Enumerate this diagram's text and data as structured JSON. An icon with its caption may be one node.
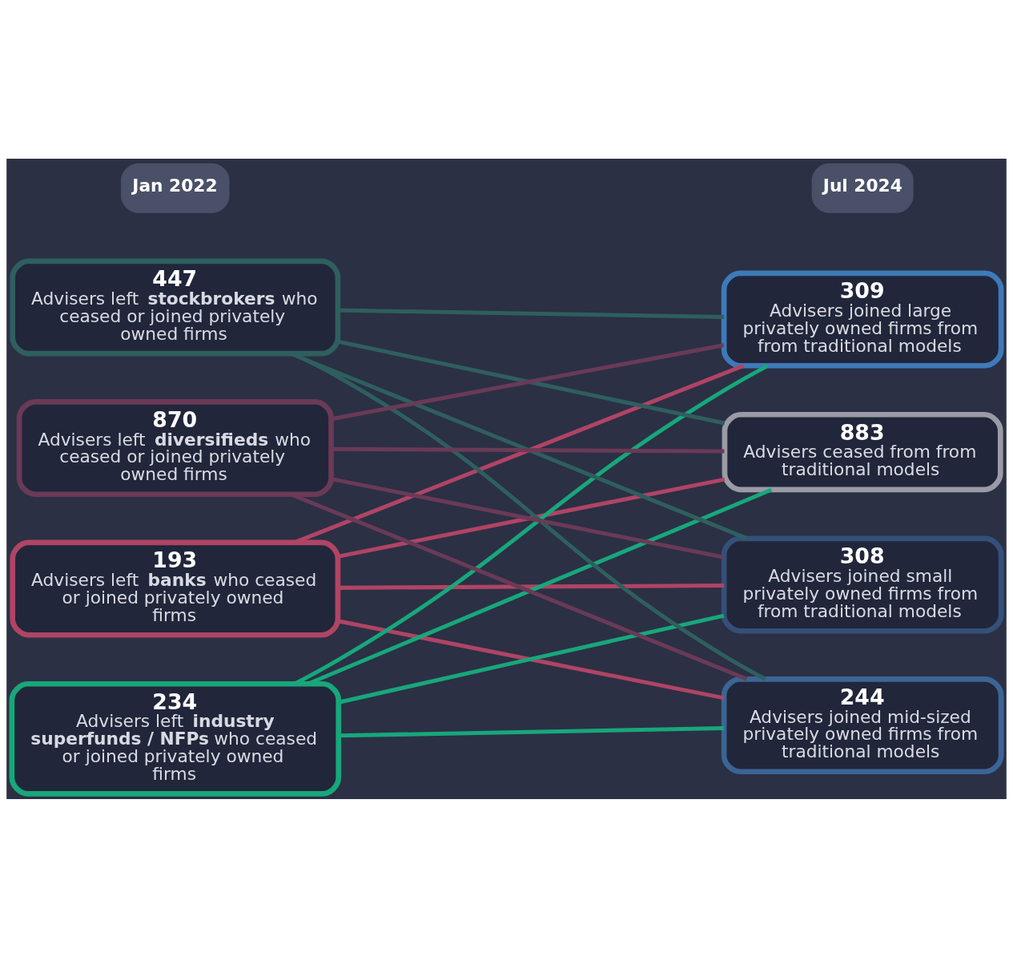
{
  "diagram": {
    "nodes": [
      {
        "text": [
          "193",
          "Advisers left **banks** who ceased or joined privately owned firms"
        ]
      },
      {
        "text": [
          "234",
          "Advisers left **industry superfunds / NFPs** who ceased or joined privately owned firms"
        ]
      },
      {
        "text": [
          "447",
          "Advisers left **stockbrokers** who ceased or joined privately owned firms"
        ]
      },
      {
        "text": [
          "870",
          "Advisers left **diversifieds** who ceased or joined privately owned firms"
        ]
      },
      {
        "text": [
          "308",
          "Advisers joined small privately owned firms from from traditional models"
        ]
      },
      {
        "text": [
          "244",
          "Advisers joined mid-sized privately owned firms from traditional models"
        ]
      },
      {
        "text": [
          "309",
          "Advisers joined large privately owned firms from from traditional models"
        ]
      },
      {
        "text": [
          "883",
          "Advisers ceased from from traditional models"
        ]
      }
    ],
    "edges": [
      {
        "from": 0,
        "to": 4,
        "arrow": "none",
        "color": "#b04464"
      },
      {
        "from": 0,
        "to": 5,
        "arrow": "none",
        "color": "#b04464"
      },
      {
        "from": 0,
        "to": 6,
        "arrow": "none",
        "color": "#b04464"
      },
      {
        "from": 0,
        "to": 7,
        "arrow": "none",
        "color": "#b04464"
      },
      {
        "from": 1,
        "to": 4,
        "arrow": "none",
        "color": "#18a77a"
      },
      {
        "from": 1,
        "to": 5,
        "arrow": "none",
        "color": "#18a77a"
      },
      {
        "from": 1,
        "to": 6,
        "arrow": "none",
        "color": "#18a77a"
      },
      {
        "from": 1,
        "to": 7,
        "arrow": "none",
        "color": "#18a77a"
      },
      {
        "from": 2,
        "to": 4,
        "arrow": "none",
        "color": "#2e5f5e"
      },
      {
        "from": 2,
        "to": 5,
        "arrow": "none",
        "color": "#2e5f5e"
      },
      {
        "from": 2,
        "to": 6,
        "arrow": "none",
        "color": "#2e5f5e"
      },
      {
        "from": 2,
        "to": 7,
        "arrow": "none",
        "color": "#2e5f5e"
      },
      {
        "from": 3,
        "to": 4,
        "arrow": "none",
        "color": "#6a3a56"
      },
      {
        "from": 3,
        "to": 5,
        "arrow": "none",
        "color": "#6a3a56"
      },
      {
        "from": 3,
        "to": 6,
        "arrow": "none",
        "color": "#6a3a56"
      },
      {
        "from": 3,
        "to": 7,
        "arrow": "none",
        "color": "#6a3a56"
      }
    ],
    "labels": [
      "Jan 2022",
      "Jul 2024"
    ]
  }
}
